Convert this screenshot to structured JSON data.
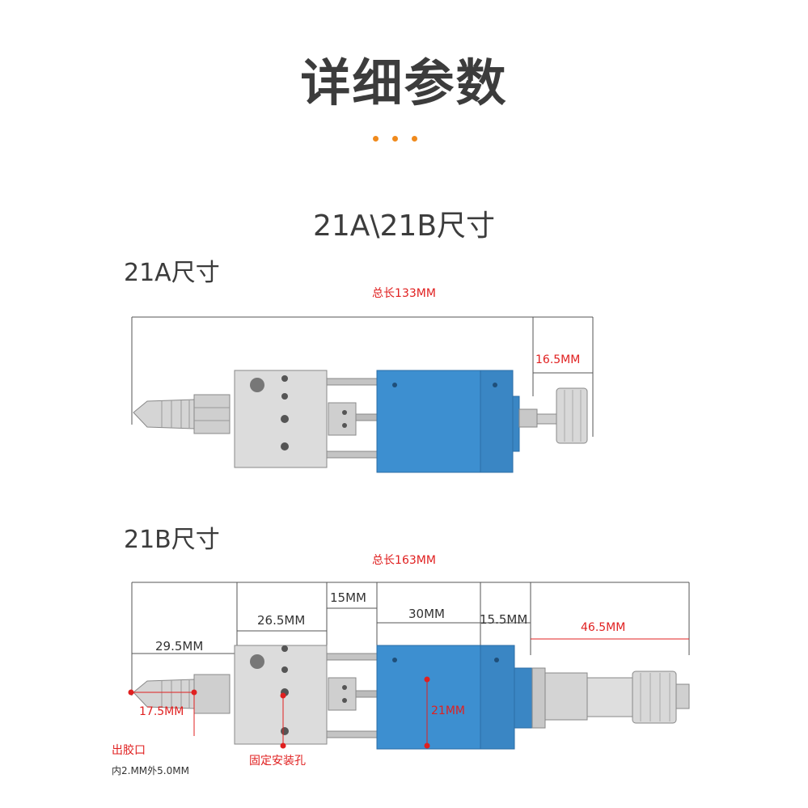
{
  "title": "详细参数",
  "section_title": "21A\\21B尺寸",
  "colors": {
    "accent": "#f08a1c",
    "dimension_red": "#e02020",
    "block_blue": "#3d8fd0",
    "metal": "#c8c8c8"
  },
  "model_a": {
    "label": "21A尺寸",
    "total_length": "总长133MM",
    "dims": {
      "rear": "16.5MM"
    }
  },
  "model_b": {
    "label": "21B尺寸",
    "total_length": "总长163MM",
    "dims": {
      "nozzle_length": "29.5MM",
      "body_length": "26.5MM",
      "gap": "15MM",
      "blue_block": "30MM",
      "end_block": "15.5MM",
      "micrometer": "46.5MM",
      "nozzle_offset": "17.5MM",
      "height": "21MM"
    },
    "annotations": {
      "outlet": "出胶口",
      "outlet_spec": "内2.MM外5.0MM",
      "mount_hole": "固定安装孔"
    }
  }
}
